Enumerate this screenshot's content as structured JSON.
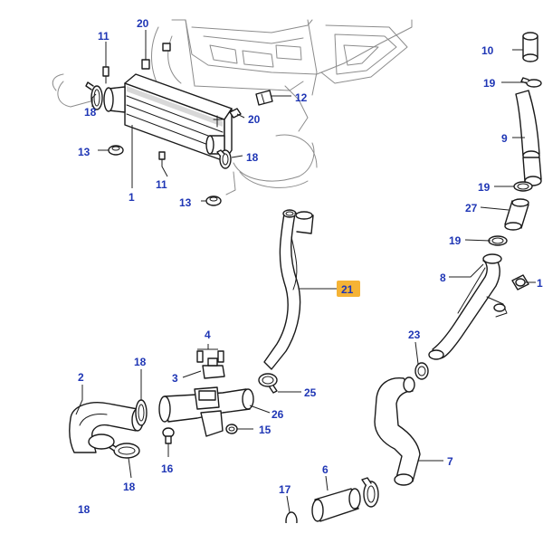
{
  "diagram": {
    "highlight_color": "#f5b335",
    "callout_color": "#1f36b5",
    "callouts": {
      "c1": "1",
      "c2": "2",
      "c3": "3",
      "c4": "4",
      "c6": "6",
      "c7": "7",
      "c8": "8",
      "c9": "9",
      "c10": "10",
      "c11a": "11",
      "c11b": "11",
      "c12": "12",
      "c13a": "13",
      "c13b": "13",
      "c15": "15",
      "c16": "16",
      "c17": "17",
      "c18a": "18",
      "c18b": "18",
      "c18c": "18",
      "c18d": "18",
      "c18e": "18",
      "c19a": "19",
      "c19b": "19",
      "c19c": "19",
      "c20a": "20",
      "c20b": "20",
      "c21": "21",
      "c23": "23",
      "c25": "25",
      "c26": "26",
      "c27": "27",
      "c1r": "1"
    }
  }
}
